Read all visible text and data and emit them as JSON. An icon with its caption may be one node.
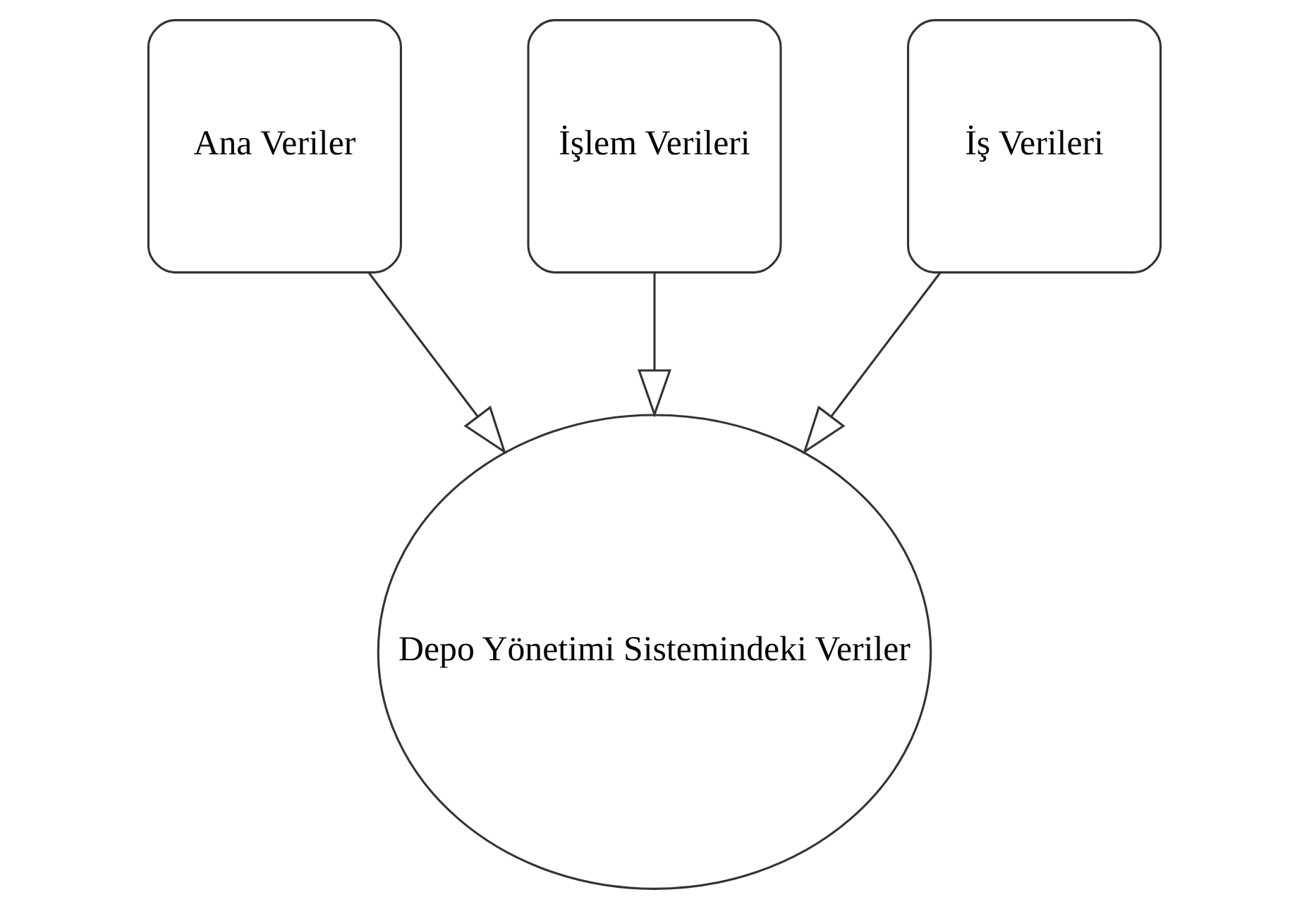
{
  "diagram": {
    "nodes": [
      {
        "text": [
          "Ana Veriler"
        ]
      },
      {
        "text": [
          "İşlem Verileri"
        ]
      },
      {
        "text": [
          "İş Verileri"
        ]
      },
      {
        "text": [
          "Depo Yönetimi Sistemindeki Veriler"
        ]
      }
    ],
    "edges": [
      {
        "from": 0,
        "to": 3,
        "arrow": "to"
      },
      {
        "from": 1,
        "to": 3,
        "arrow": "to"
      },
      {
        "from": 2,
        "to": 3,
        "arrow": "to"
      }
    ]
  }
}
